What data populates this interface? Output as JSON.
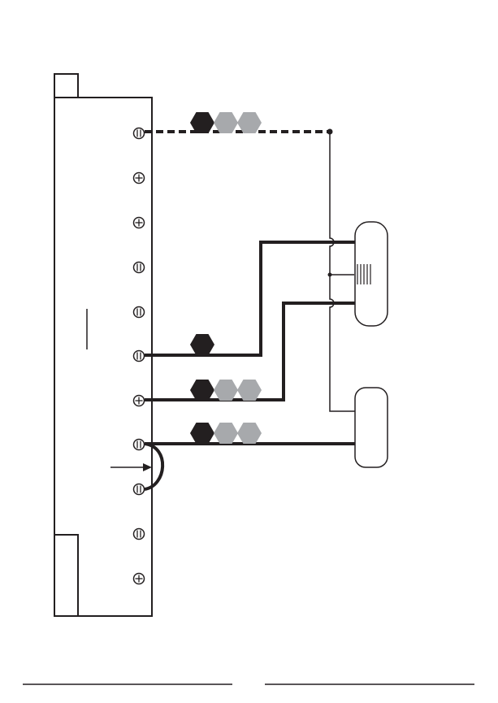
{
  "diagram": {
    "terminal_block": {
      "terminal_count": 11,
      "terminal_types": [
        "slot",
        "phillips",
        "phillips",
        "slot",
        "slot",
        "slot",
        "phillips",
        "slot",
        "slot",
        "slot",
        "phillips"
      ]
    },
    "wire_marker_sets": [
      {
        "terminal": 1,
        "markers": [
          "black",
          "gray",
          "gray"
        ]
      },
      {
        "terminal": 6,
        "markers": [
          "black"
        ]
      },
      {
        "terminal": 7,
        "markers": [
          "black",
          "gray",
          "gray"
        ]
      },
      {
        "terminal": 8,
        "markers": [
          "black",
          "gray",
          "gray"
        ]
      }
    ],
    "devices": [
      "upper-device",
      "lower-device"
    ],
    "jumper": {
      "from_terminal": 8,
      "to_terminal": 9,
      "pointer": "arrow"
    },
    "colors": {
      "line": "#231f20",
      "marker_dark": "#231f20",
      "marker_light": "#a7a9ac",
      "background": "#ffffff"
    }
  }
}
